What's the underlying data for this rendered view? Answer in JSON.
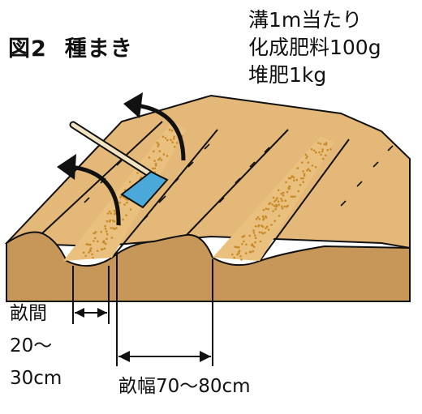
{
  "figure": {
    "number": "図2",
    "title": "種まき"
  },
  "fertilizer_note": {
    "line1": "溝1m当たり",
    "line2": "化成肥料100g",
    "line3": "堆肥1kg"
  },
  "dimensions": {
    "furrow_gap_line1": "畝間",
    "furrow_gap_line2": "20～",
    "furrow_gap_line3": "30cm",
    "ridge_width": "畝幅70～80cm"
  },
  "colors": {
    "soil": "#e4b878",
    "soil_side": "#c7975a",
    "seed_dots": "#c98b2a",
    "hoe_blade": "#4aa9d8",
    "outline": "#111111"
  }
}
